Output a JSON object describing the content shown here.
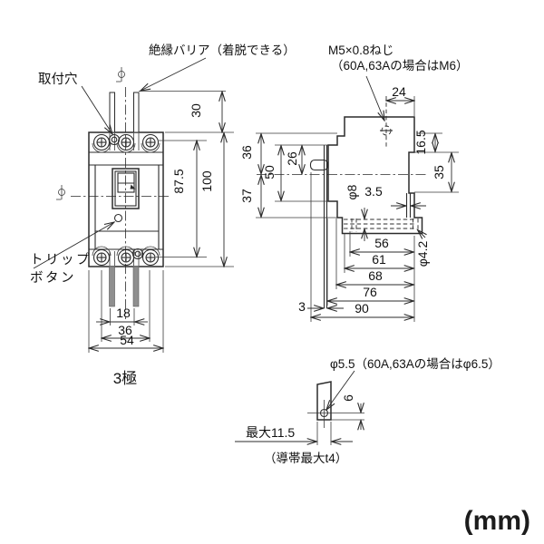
{
  "labels": {
    "barrier": "絶縁バリア（着脱できる）",
    "mount": "取付穴",
    "screw": "M5×0.8ねじ",
    "screw_note": "（60A,63Aの場合はM6）",
    "trip1": "トリップ",
    "trip2": "ボタン",
    "poles": "3極"
  },
  "front": {
    "d30": "30",
    "d87_5": "87.5",
    "d100": "100",
    "d18": "18",
    "d36": "36",
    "d54": "54"
  },
  "side": {
    "d24": "24",
    "d36": "36",
    "d37": "37",
    "d50": "50",
    "d26": "26",
    "d16_5": "16.5",
    "d35": "35",
    "phi8": "φ8",
    "d3_5": "3.5",
    "phi42": "φ4.2",
    "d56": "56",
    "d61": "61",
    "d68": "68",
    "d76": "76",
    "d90": "90",
    "d3": "3"
  },
  "detail": {
    "phi55": "φ5.5（60A,63Aの場合はφ6.5）",
    "d6": "6",
    "max_w": "最大11.5",
    "note": "（導帯最大t4）"
  },
  "unit": "(mm)"
}
